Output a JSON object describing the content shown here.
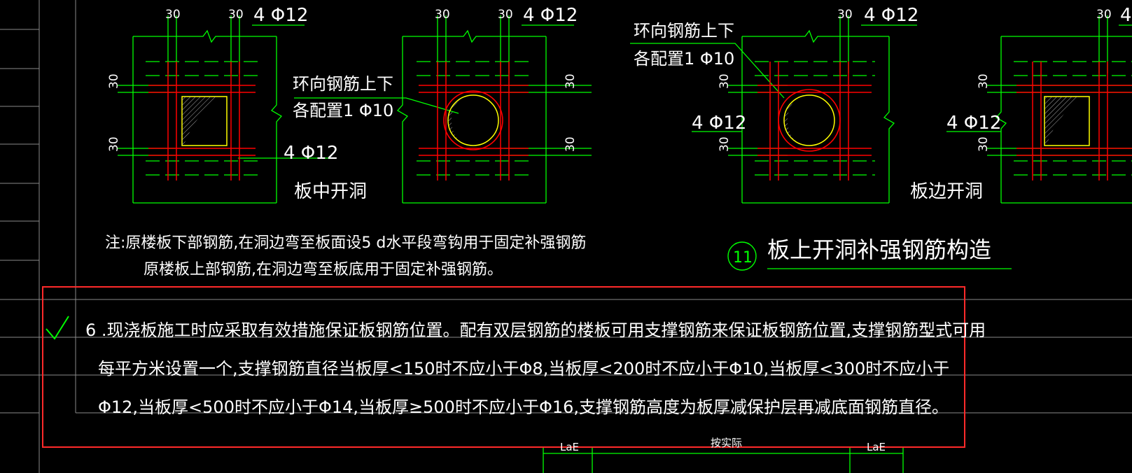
{
  "drawing": {
    "dim_30": "30",
    "bars_4phi12": "4 Φ12",
    "ring_bar_line1": "环向钢筋上下",
    "ring_bar_line2": "各配置1 Φ10",
    "label_mid_opening": "板中开洞",
    "label_edge_opening": "板边开洞",
    "note_line1": "注:原楼板下部钢筋,在洞边弯至板面设5 d水平段弯钩用于固定补强钢筋",
    "note_line2": "原楼板上部钢筋,在洞边弯至板底用于固定补强钢筋。",
    "detail_number": "11",
    "detail_title": "板上开洞补强钢筋构造",
    "item6_line1": "6 .现浇板施工时应采取有效措施保证板钢筋位置。配有双层钢筋的楼板可用支撑钢筋来保证板钢筋位置,支撑钢筋型式可用",
    "item6_comma": ",",
    "item6_line2": "每平方米设置一个,支撑钢筋直径当板厚<150时不应小于Φ8,当板厚<200时不应小于Φ10,当板厚<300时不应小于",
    "item6_line3": "Φ12,当板厚<500时不应小于Φ14,当板厚≥500时不应小于Φ16,支撑钢筋高度为板厚减保护层再减底面钢筋直径。",
    "bottom_dim_left": "LaE",
    "bottom_dim_mid": "按实际",
    "bottom_dim_right": "LaE",
    "partial_text": "4"
  },
  "colors": {
    "background": "#000000",
    "outline": "#00ff00",
    "rebar": "#ff0000",
    "text": "#ffffff",
    "hole": "#ffff00",
    "highlight_box": "#ff2a2a",
    "check": "#00ff00",
    "hatch": "#aaaaaa"
  }
}
